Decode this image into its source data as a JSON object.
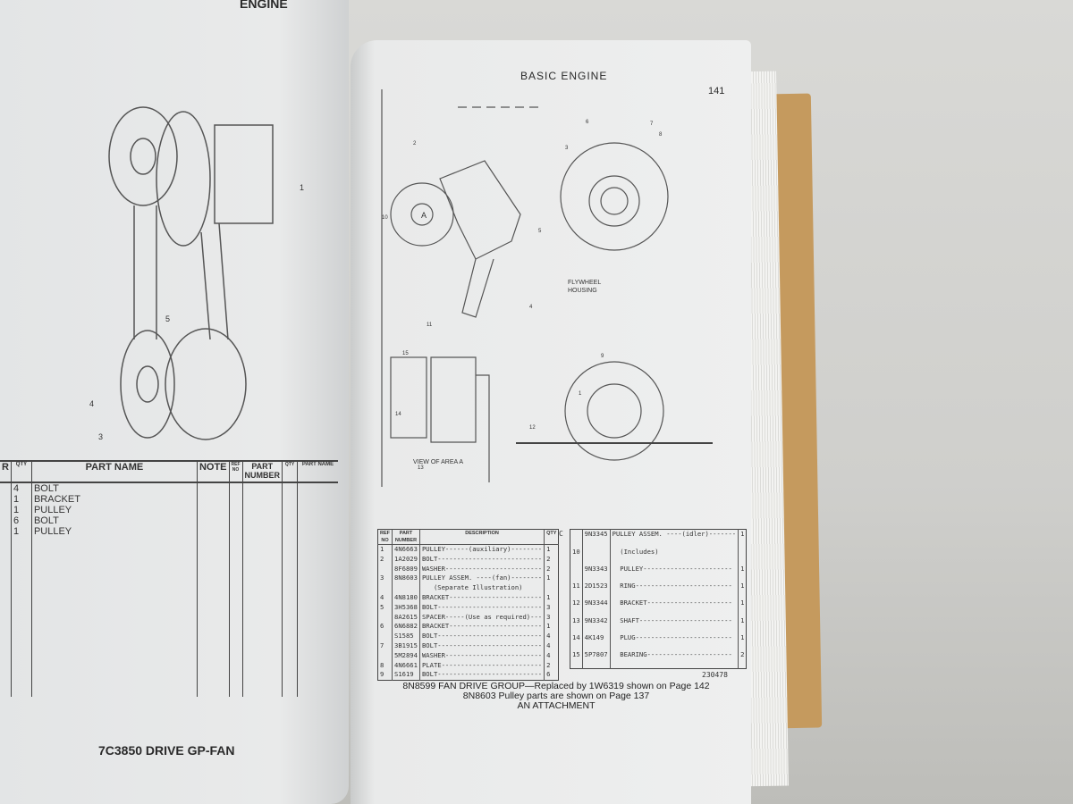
{
  "left_page": {
    "header_fragment": "ENGINE",
    "table_headers": {
      "ref_fragment": "R",
      "qty": "QTY",
      "part_name": "PART NAME",
      "note": "NOTE",
      "ref_no": "REF NO",
      "part_number": "PART NUMBER",
      "qty2": "QTY",
      "part_name2": "PART NAME"
    },
    "rows": [
      {
        "qty": "4",
        "name": "BOLT"
      },
      {
        "qty": "1",
        "name": "BRACKET"
      },
      {
        "qty": "1",
        "name": "PULLEY"
      },
      {
        "qty": "6",
        "name": "BOLT"
      },
      {
        "qty": "1",
        "name": "PULLEY"
      }
    ],
    "callouts": [
      "5",
      "4",
      "3",
      "1"
    ],
    "footer_title": "7C3850 DRIVE GP-FAN"
  },
  "right_page": {
    "header": "BASIC ENGINE",
    "page_number": "141",
    "diagram_labels": {
      "flywheel": "FLYWHEEL",
      "housing": "HOUSING",
      "view": "VIEW OF AREA  A",
      "circle_a": "A",
      "callouts": [
        "1",
        "2",
        "3",
        "4",
        "5",
        "6",
        "7",
        "8",
        "9",
        "10",
        "11",
        "12",
        "13",
        "14",
        "15"
      ]
    },
    "table_headers": {
      "ref_no": "REF NO",
      "part_number": "PART NUMBER",
      "description": "DESCRIPTION",
      "qty": "QTY"
    },
    "table1": [
      {
        "ref": "1",
        "part": "4N6663",
        "desc": "PULLEY------(auxiliary)--------",
        "qty": "1"
      },
      {
        "ref": "2",
        "part": "1A2029",
        "desc": "BOLT---------------------------",
        "qty": "2"
      },
      {
        "ref": "",
        "part": "8F6809",
        "desc": "WASHER-------------------------",
        "qty": "2"
      },
      {
        "ref": "3",
        "part": "8N8603",
        "desc": "PULLEY ASSEM. ----(fan)--------",
        "qty": "1"
      },
      {
        "ref": "",
        "part": "",
        "desc": "   (Separate Illustration)",
        "qty": ""
      },
      {
        "ref": "4",
        "part": "4N8180",
        "desc": "BRACKET------------------------",
        "qty": "1"
      },
      {
        "ref": "5",
        "part": "3H5368",
        "desc": "BOLT---------------------------",
        "qty": "3"
      },
      {
        "ref": "",
        "part": "8A2615",
        "desc": "SPACER-----(Use as required)---",
        "qty": "3"
      },
      {
        "ref": "6",
        "part": "6N6882",
        "desc": "BRACKET------------------------",
        "qty": "1"
      },
      {
        "ref": "",
        "part": "S1585",
        "desc": "BOLT---------------------------",
        "qty": "4"
      },
      {
        "ref": "7",
        "part": "3B1915",
        "desc": "BOLT---------------------------",
        "qty": "4"
      },
      {
        "ref": "",
        "part": "5M2894",
        "desc": "WASHER-------------------------",
        "qty": "4"
      },
      {
        "ref": "8",
        "part": "4N6661",
        "desc": "PLATE--------------------------",
        "qty": "2"
      },
      {
        "ref": "9",
        "part": "S1619",
        "desc": "BOLT---------------------------",
        "qty": "6"
      }
    ],
    "table2_marker": "C",
    "table2": [
      {
        "ref": "",
        "part": "9N3345",
        "desc": "PULLEY ASSEM. ----(idler)-------",
        "qty": "1"
      },
      {
        "ref": "10",
        "part": "",
        "desc": "  (Includes)",
        "qty": ""
      },
      {
        "ref": "",
        "part": "9N3343",
        "desc": "  PULLEY-----------------------",
        "qty": "1"
      },
      {
        "ref": "11",
        "part": "2D1523",
        "desc": "  RING-------------------------",
        "qty": "1"
      },
      {
        "ref": "12",
        "part": "9N3344",
        "desc": "  BRACKET----------------------",
        "qty": "1"
      },
      {
        "ref": "13",
        "part": "9N3342",
        "desc": "  SHAFT------------------------",
        "qty": "1"
      },
      {
        "ref": "14",
        "part": "4K149",
        "desc": "  PLUG-------------------------",
        "qty": "1"
      },
      {
        "ref": "15",
        "part": "5P7807",
        "desc": "  BEARING----------------------",
        "qty": "2"
      }
    ],
    "serial": "230478",
    "caption": [
      "8N8599 FAN DRIVE GROUP—Replaced by 1W6319 shown on Page 142",
      "8N8603 Pulley parts are shown on Page 137",
      "AN ATTACHMENT"
    ]
  }
}
